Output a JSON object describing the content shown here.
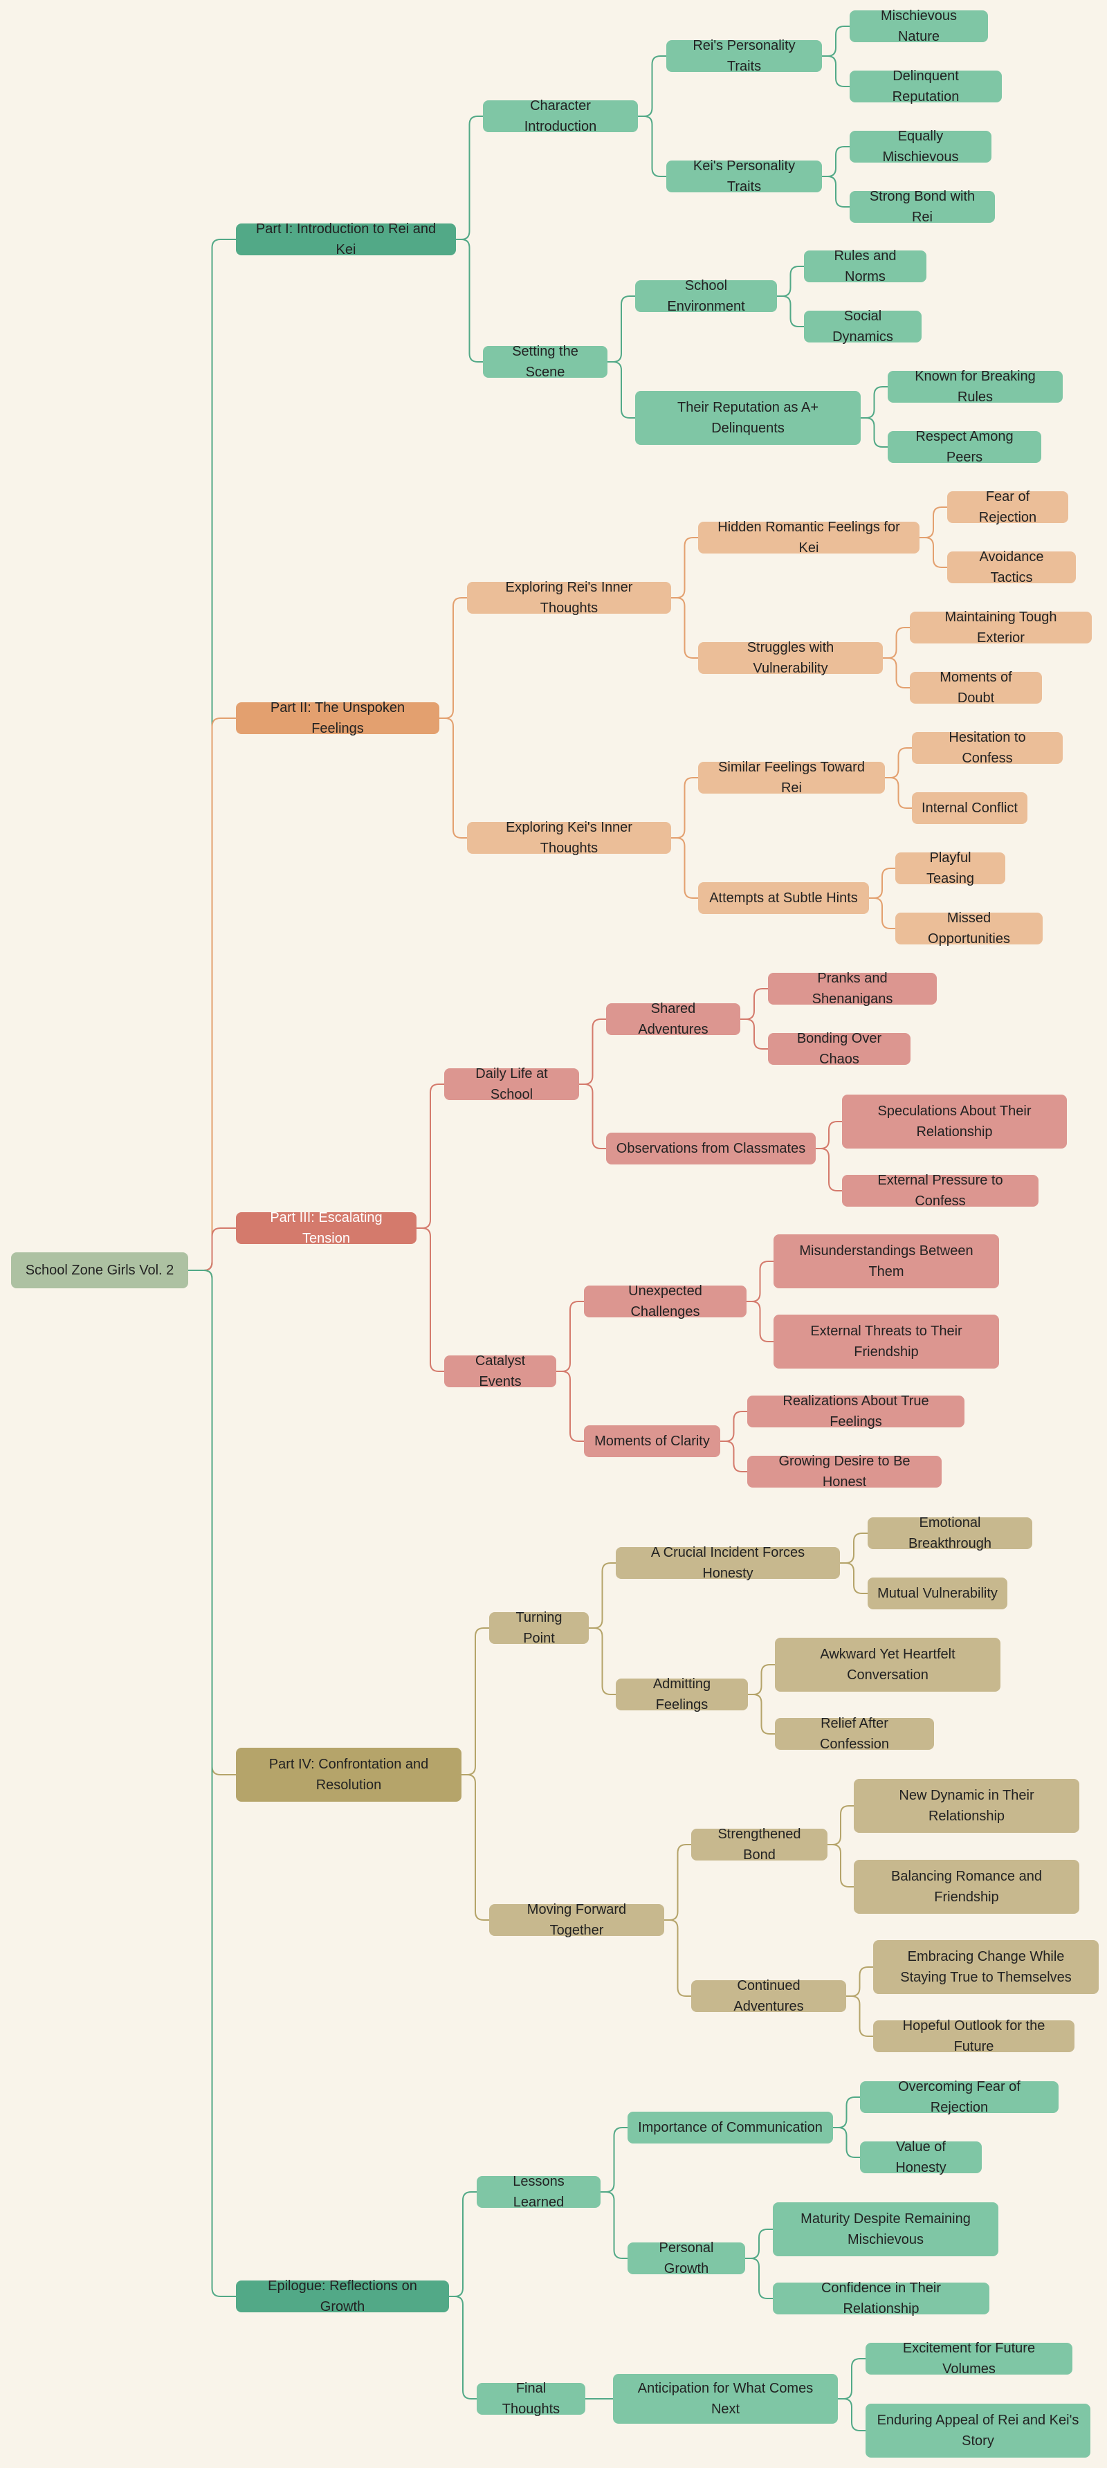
{
  "mindmap": {
    "root": "School Zone Girls Vol. 2",
    "nodes": {
      "p1": "Part I: Introduction to Rei and Kei",
      "p1a": "Character Introduction",
      "p1a1": "Rei's Personality Traits",
      "p1a1a": "Mischievous Nature",
      "p1a1b": "Delinquent Reputation",
      "p1a2": "Kei's Personality Traits",
      "p1a2a": "Equally Mischievous",
      "p1a2b": "Strong Bond with Rei",
      "p1b": "Setting the Scene",
      "p1b1": "School Environment",
      "p1b1a": "Rules and Norms",
      "p1b1b": "Social Dynamics",
      "p1b2": "Their Reputation as A+ Delinquents",
      "p1b2a": "Known for Breaking Rules",
      "p1b2b": "Respect Among Peers",
      "p2": "Part II: The Unspoken Feelings",
      "p2a": "Exploring Rei's Inner Thoughts",
      "p2a1": "Hidden Romantic Feelings for Kei",
      "p2a1a": "Fear of Rejection",
      "p2a1b": "Avoidance Tactics",
      "p2a2": "Struggles with Vulnerability",
      "p2a2a": "Maintaining Tough Exterior",
      "p2a2b": "Moments of Doubt",
      "p2b": "Exploring Kei's Inner Thoughts",
      "p2b1": "Similar Feelings Toward Rei",
      "p2b1a": "Hesitation to Confess",
      "p2b1b": "Internal Conflict",
      "p2b2": "Attempts at Subtle Hints",
      "p2b2a": "Playful Teasing",
      "p2b2b": "Missed Opportunities",
      "p3": "Part III: Escalating Tension",
      "p3a": "Daily Life at School",
      "p3a1": "Shared Adventures",
      "p3a1a": "Pranks and Shenanigans",
      "p3a1b": "Bonding Over Chaos",
      "p3a2": "Observations from Classmates",
      "p3a2a": "Speculations About Their Relationship",
      "p3a2b": "External Pressure to Confess",
      "p3b": "Catalyst Events",
      "p3b1": "Unexpected Challenges",
      "p3b1a": "Misunderstandings Between Them",
      "p3b1b": "External Threats to Their Friendship",
      "p3b2": "Moments of Clarity",
      "p3b2a": "Realizations About True Feelings",
      "p3b2b": "Growing Desire to Be Honest",
      "p4": "Part IV: Confrontation and Resolution",
      "p4a": "Turning Point",
      "p4a1": "A Crucial Incident Forces Honesty",
      "p4a1a": "Emotional Breakthrough",
      "p4a1b": "Mutual Vulnerability",
      "p4a2": "Admitting Feelings",
      "p4a2a": "Awkward Yet Heartfelt Conversation",
      "p4a2b": "Relief After Confession",
      "p4b": "Moving Forward Together",
      "p4b1": "Strengthened Bond",
      "p4b1a": "New Dynamic in Their Relationship",
      "p4b1b": "Balancing Romance and Friendship",
      "p4b2": "Continued Adventures",
      "p4b2a": "Embracing Change While Staying True to Themselves",
      "p4b2b": "Hopeful Outlook for the Future",
      "p5": "Epilogue: Reflections on Growth",
      "p5a": "Lessons Learned",
      "p5a1": "Importance of Communication",
      "p5a1a": "Overcoming Fear of Rejection",
      "p5a1b": "Value of Honesty",
      "p5a2": "Personal Growth",
      "p5a2a": "Maturity Despite Remaining Mischievous",
      "p5a2b": "Confidence in Their Relationship",
      "p5b": "Final Thoughts",
      "p5b1": "Anticipation for What Comes Next",
      "p5b1a": "Excitement for Future Volumes",
      "p5b1b": "Enduring Appeal of Rei and Kei's Story"
    }
  },
  "colors": {
    "background": "#f9f4ea",
    "root_fill": "#adc1a2",
    "part1": {
      "main": "#52a987",
      "light": "#7fc6a5",
      "line": "#52a987"
    },
    "part2": {
      "main": "#e3a06f",
      "light": "#ebbe98",
      "line": "#e3a06f"
    },
    "part3": {
      "main": "#d47a6c",
      "light": "#dc9690",
      "line": "#d47a6c"
    },
    "part4": {
      "main": "#b5a46a",
      "light": "#c7b88e",
      "line": "#b5a46a"
    },
    "part5": {
      "main": "#52a987",
      "light": "#7fc6a5",
      "line": "#52a987"
    }
  }
}
